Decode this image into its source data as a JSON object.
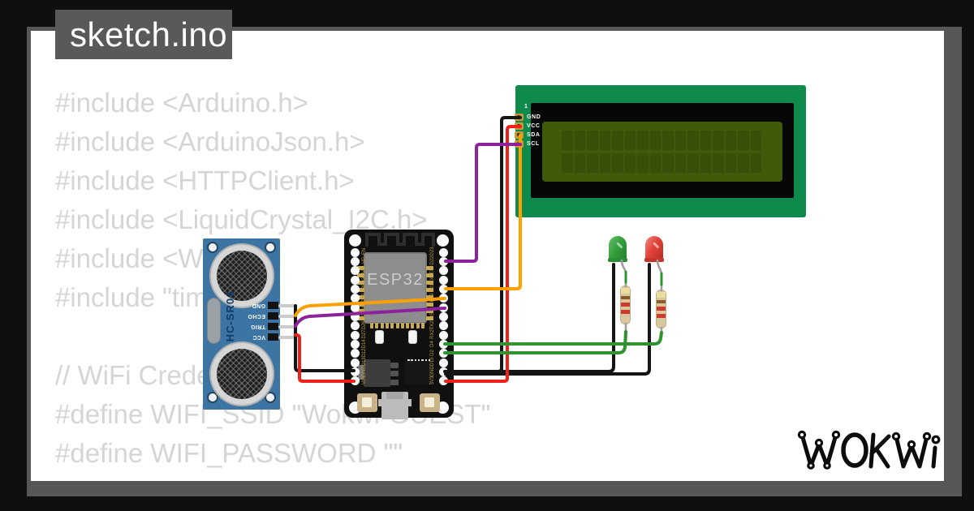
{
  "title": {
    "label": "sketch.ino"
  },
  "code": {
    "lines": [
      "#include <Arduino.h>",
      "#include <ArduinoJson.h>",
      "#include <HTTPClient.h>",
      "#include <LiquidCrystal_I2C.h>",
      "#include <WiFi.h>",
      "#include \"time.h\"",
      "// WiFi Credentials",
      "#define WIFI_SSID \"Wokwi-GUEST\"",
      "#define WIFI_PASSWORD \"\""
    ]
  },
  "lcd": {
    "name": "LCD 16x2 I2C",
    "pin_index": "1",
    "pins": [
      "GND",
      "VCC",
      "SDA",
      "SCL"
    ],
    "cols": 16,
    "rows": 2
  },
  "hcsr04": {
    "label": "HC-SR04",
    "pins": [
      "GND",
      "ECHO",
      "TRIG",
      "VCC"
    ]
  },
  "esp32": {
    "chip_label": "ESP32",
    "left_pins": [
      "EN",
      "VP",
      "VN",
      "D34",
      "D35",
      "D32",
      "D33",
      "D25",
      "D26",
      "D27",
      "D14",
      "D12",
      "D13",
      "GND",
      "VIN"
    ],
    "right_pins": [
      "D23",
      "D22",
      "TX0",
      "RX0",
      "D21",
      "D19",
      "D18",
      "D5",
      "TX2",
      "RX2",
      "D4",
      "D2",
      "D15",
      "GND",
      "3V3"
    ]
  },
  "leds": [
    {
      "label": "green-led"
    },
    {
      "label": "red-led"
    }
  ],
  "logo": {
    "label": "WOKWI"
  },
  "colors": {
    "frame-bg": "#0f0f0f",
    "frame-border": "#575757",
    "card": "#ffffff",
    "title-bg": "#595959",
    "title-fg": "#ffffff",
    "code": "#d5d5d5",
    "lcd-board": "#0e8a4d",
    "lcd-bezel": "#070707",
    "lcd-screen": "#3f5a08",
    "lcd-cell": "#36500a",
    "hc-board": "#3c74a4",
    "esp-board": "#101010",
    "chip": "#8d8d8d",
    "wire-black": "#151515",
    "wire-red": "#ee2118",
    "wire-orange": "#ffa000",
    "wire-purple": "#8e219c",
    "wire-green": "#2e9430",
    "led-green": "#34a03c",
    "led-red": "#e2423a",
    "resistor-body": "#d9c7a0",
    "band-gold": "#ebdf9f",
    "band-brown": "#8a5a2a",
    "band-red": "#ce3b2d"
  }
}
